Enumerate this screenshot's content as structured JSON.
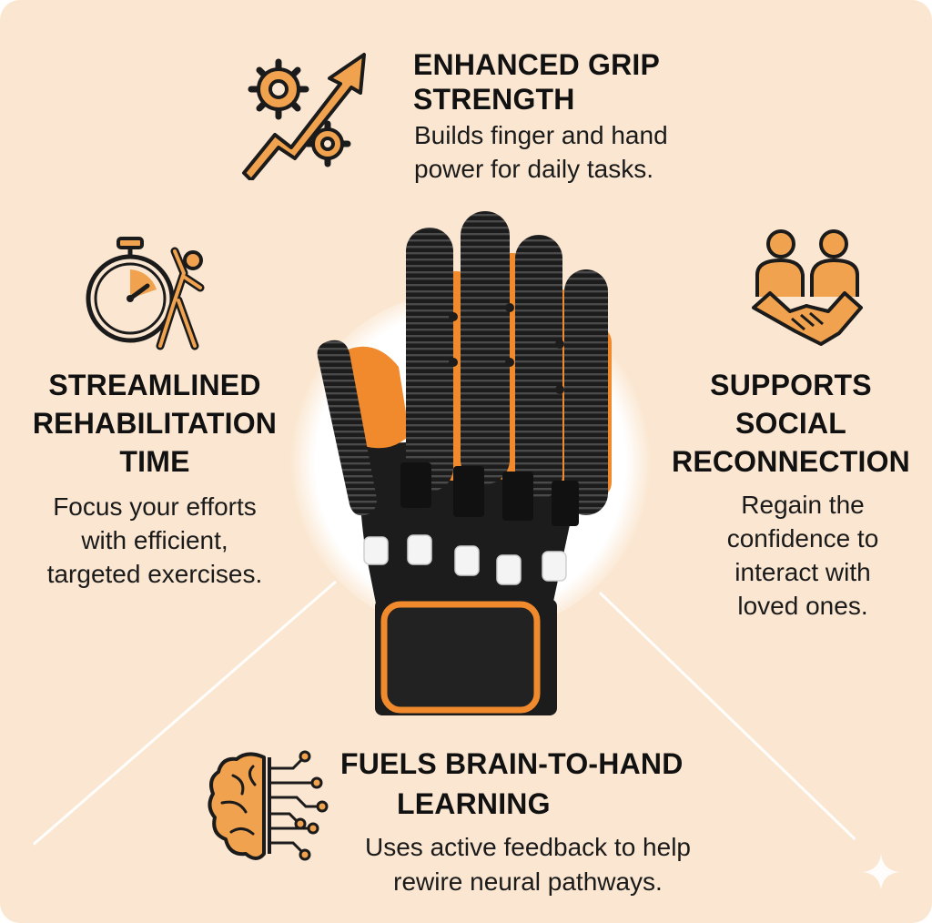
{
  "colors": {
    "background": "#fbe7d1",
    "accent": "#f0a24e",
    "ink": "#1b1b1b",
    "glove_black": "#1c1c1c",
    "glove_orange": "#f08a2c"
  },
  "features": {
    "grip": {
      "icon": "gears-growth-arrow-icon",
      "title_line1": "ENHANCED GRIP",
      "title_line2": "STRENGTH",
      "desc_line1": "Builds finger and hand",
      "desc_line2": "power for daily tasks."
    },
    "rehab": {
      "icon": "stopwatch-stretching-person-icon",
      "title_line1": "STREAMLINED",
      "title_line2": "REHABILITATION",
      "title_line3": "TIME",
      "desc_line1": "Focus your efforts",
      "desc_line2": "with efficient,",
      "desc_line3": "targeted exercises."
    },
    "social": {
      "icon": "people-handshake-icon",
      "title_line1": "SUPPORTS",
      "title_line2": "SOCIAL",
      "title_line3": "RECONNECTION",
      "desc_line1": "Regain the",
      "desc_line2": "confidence to",
      "desc_line3": "interact with",
      "desc_line4": "loved ones."
    },
    "brain": {
      "icon": "brain-circuit-icon",
      "title_line1": "FUELS BRAIN-TO-HAND",
      "title_line2": "LEARNING",
      "desc_line1": "Uses active feedback to help",
      "desc_line2": "rewire neural pathways."
    }
  },
  "product": {
    "image": "robotic-rehabilitation-glove"
  }
}
